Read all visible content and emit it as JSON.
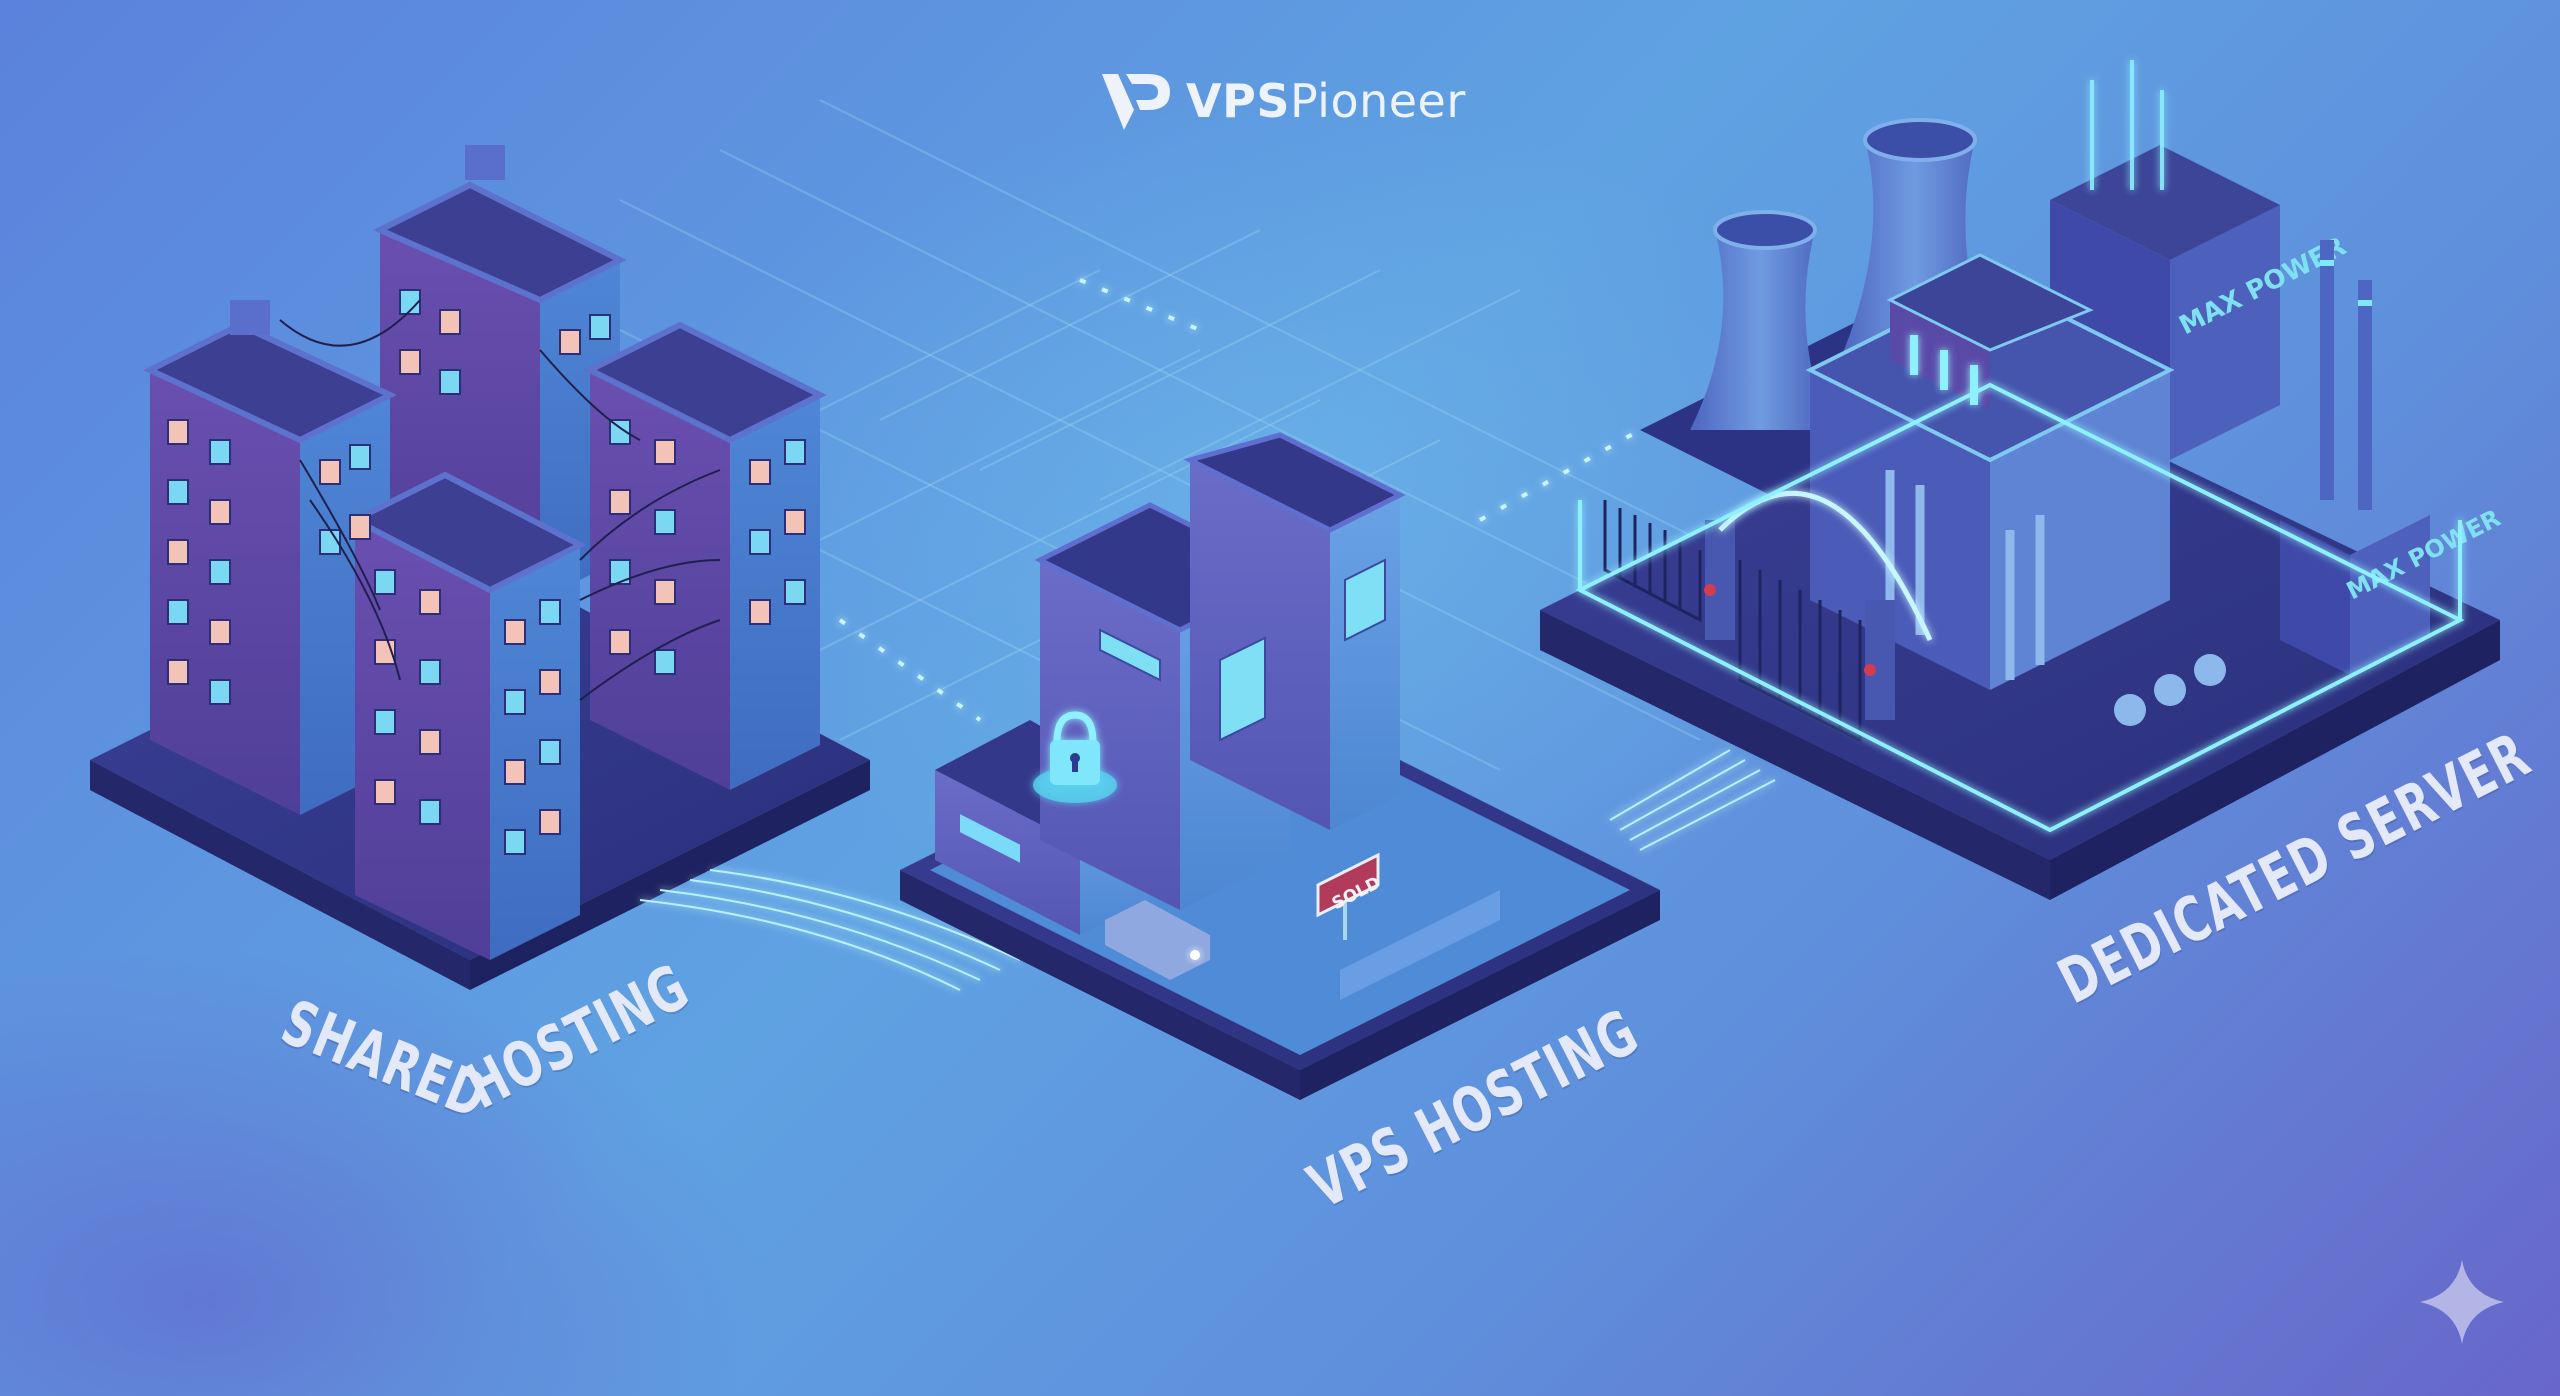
{
  "logo": {
    "brand_bold": "VPS",
    "brand_light": "Pioneer",
    "mark_icon": "vp-monogram-icon"
  },
  "tiers": [
    {
      "id": "shared",
      "label_part1": "SHARED",
      "label_part2": "HOSTING",
      "scene": "cluster of four apartment buildings tangled with wires"
    },
    {
      "id": "vps",
      "label": "VPS HOSTING",
      "scene": "modern detached house with padlock, garage and car",
      "sign_text": "SOLD"
    },
    {
      "id": "dedicated",
      "label": "DEDICATED SERVER",
      "scene": "fortified power plant with gate, cooling towers and shield dome",
      "panel_text_1": "MAX POWER",
      "panel_text_2": "MAX POWER"
    }
  ],
  "colors": {
    "bg_top_left": "#5b82dc",
    "bg_center": "#5fa2e2",
    "bg_bottom_right": "#6866c9",
    "label_text": "#e3e9f8",
    "glow_cyan": "#7fe8ff",
    "sign_red": "#b23a5a",
    "platform_dark": "#2a2f7a"
  },
  "corner_icon": "sparkle-icon"
}
